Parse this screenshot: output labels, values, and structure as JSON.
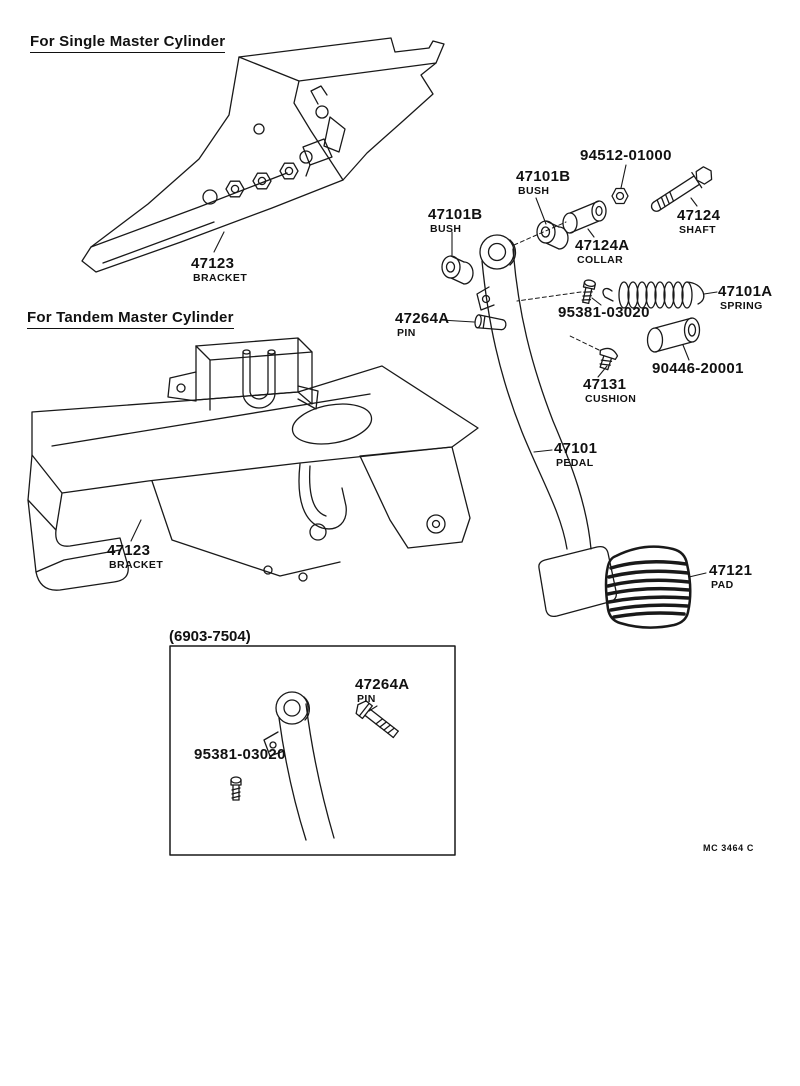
{
  "doc": {
    "footer_code": "MC 3464 C"
  },
  "sections": {
    "single_master_title": "For Single Master Cylinder",
    "tandem_master_title": "For Tandem Master Cylinder",
    "inset_date_range": "(6903-7504)"
  },
  "parts": {
    "bracket_single": {
      "number": "47123",
      "name": "BRACKET"
    },
    "bracket_tandem": {
      "number": "47123",
      "name": "BRACKET"
    },
    "washer": {
      "number": "94512-01000"
    },
    "bush_upper": {
      "number": "47101B",
      "name": "BUSH"
    },
    "bush_lower": {
      "number": "47101B",
      "name": "BUSH"
    },
    "shaft": {
      "number": "47124",
      "name": "SHAFT"
    },
    "collar": {
      "number": "47124A",
      "name": "COLLAR"
    },
    "spring": {
      "number": "47101A",
      "name": "SPRING"
    },
    "screw": {
      "number": "95381-03020"
    },
    "pin": {
      "number": "47264A",
      "name": "PIN"
    },
    "grommet": {
      "number": "90446-20001"
    },
    "cushion": {
      "number": "47131",
      "name": "CUSHION"
    },
    "pedal": {
      "number": "47101",
      "name": "PEDAL"
    },
    "pad": {
      "number": "47121",
      "name": "PAD"
    },
    "inset_pin": {
      "number": "47264A",
      "name": "PIN"
    },
    "inset_screw": {
      "number": "95381-03020"
    }
  }
}
